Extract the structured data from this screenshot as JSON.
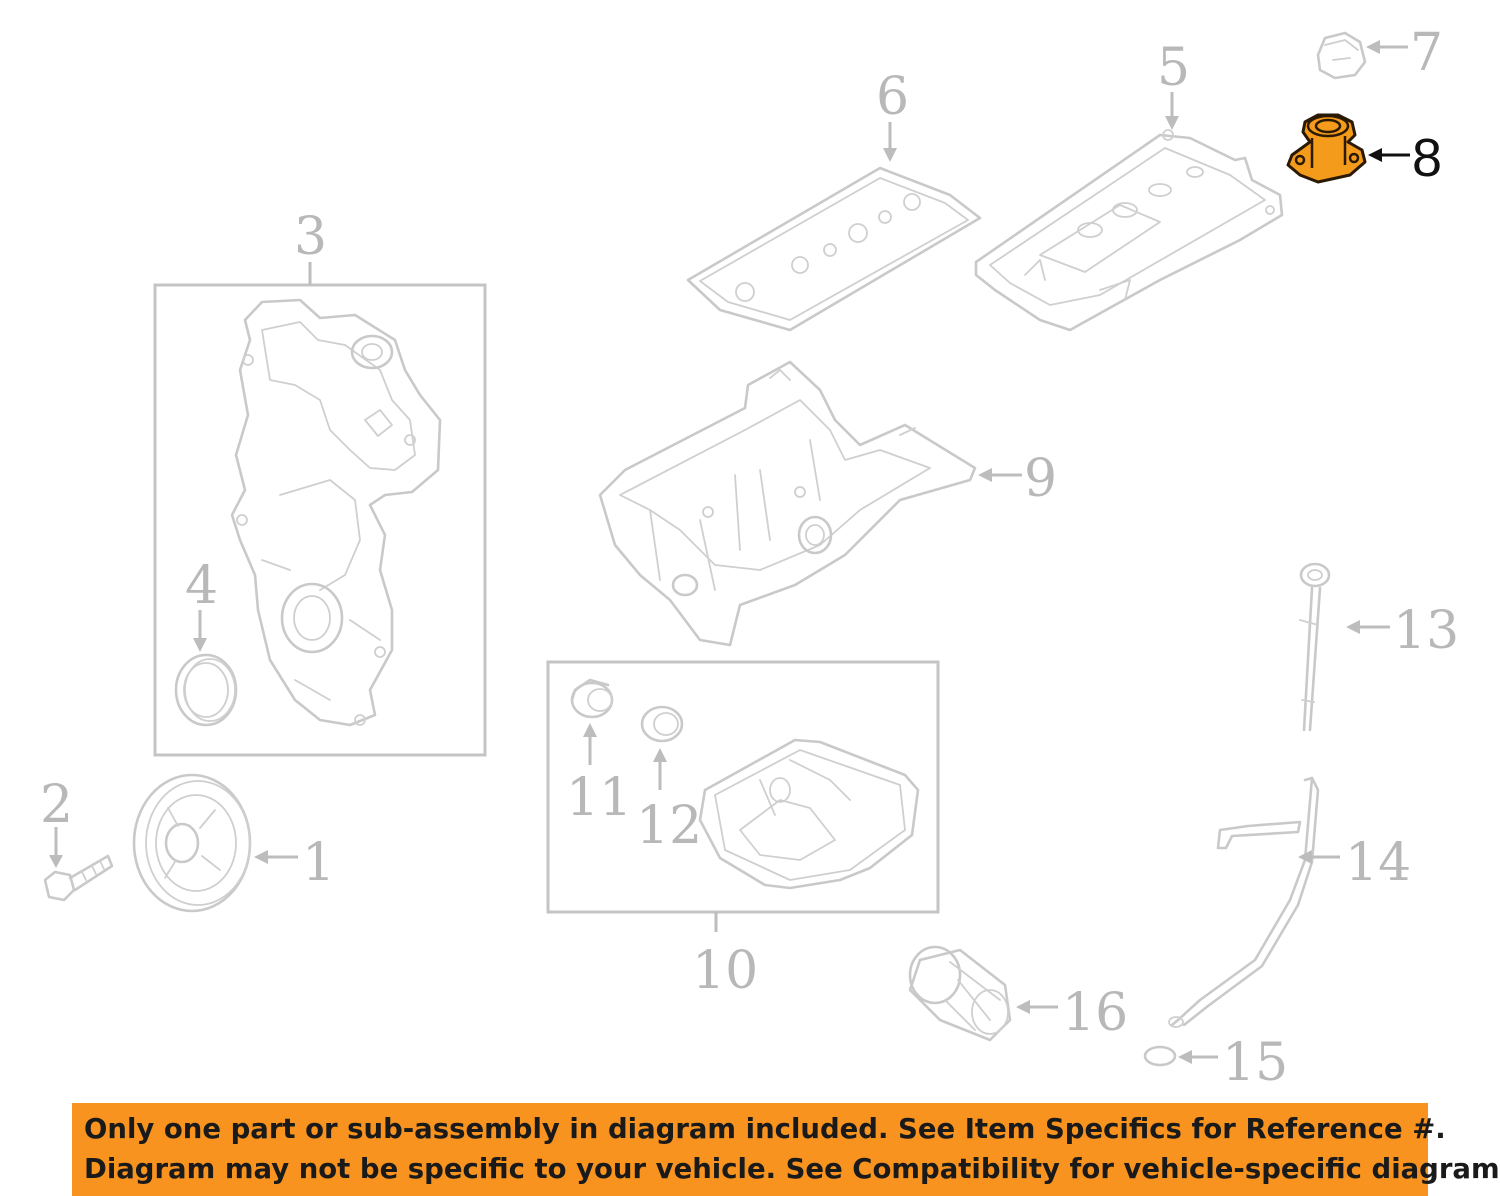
{
  "diagram": {
    "callouts": {
      "c1": "1",
      "c2": "2",
      "c3": "3",
      "c4": "4",
      "c5": "5",
      "c6": "6",
      "c7": "7",
      "c8": "8",
      "c9": "9",
      "c10": "10",
      "c11": "11",
      "c12": "12",
      "c13": "13",
      "c14": "14",
      "c15": "15",
      "c16": "16"
    },
    "highlighted_part": "8",
    "highlight_color": "#f59b1c",
    "line_color": "#c9c9c9"
  },
  "banner": {
    "line1": "Only one part or sub-assembly in diagram included. See Item Specifics for Reference #.",
    "line2": "Diagram may not be specific to your vehicle. See Compatibility for vehicle-specific diagrams.",
    "background": "#f7931e"
  }
}
